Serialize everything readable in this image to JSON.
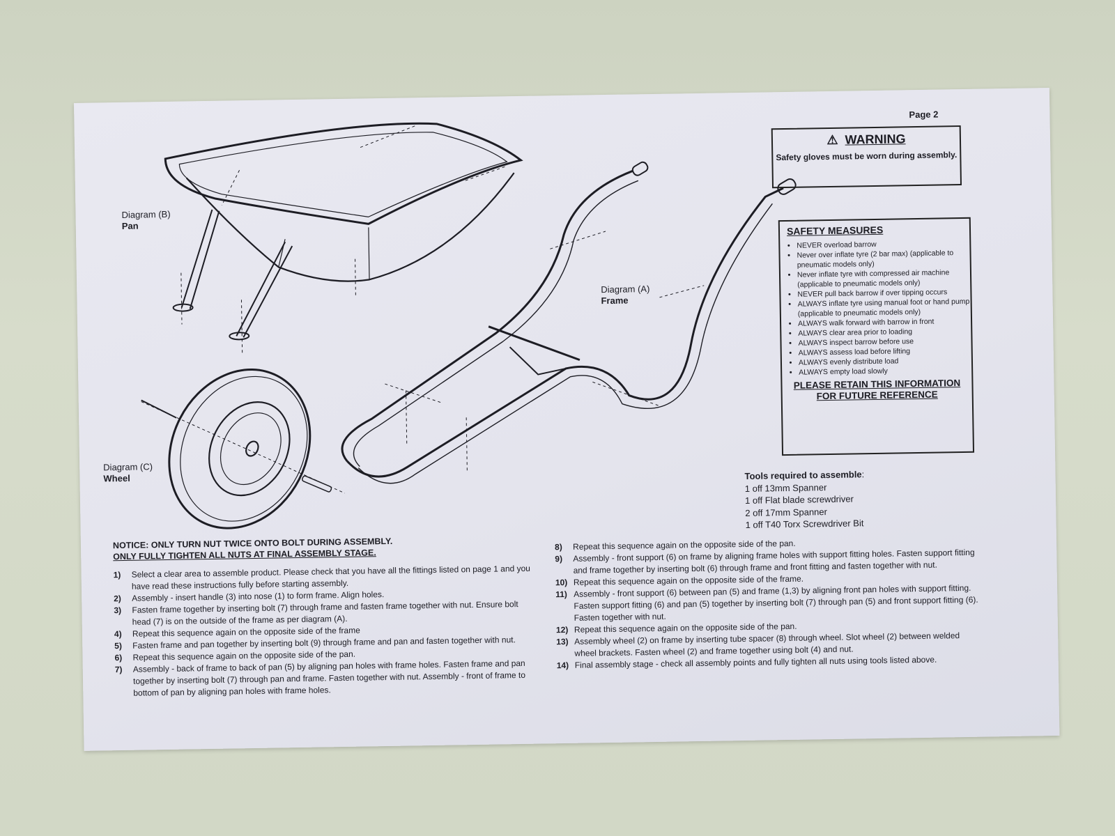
{
  "page_number": "Page 2",
  "warning": {
    "title": "WARNING",
    "icon": "warning-triangle-icon",
    "text": "Safety gloves must be worn during assembly."
  },
  "safety": {
    "title": "SAFETY MEASURES",
    "items": [
      "NEVER overload barrow",
      "Never over inflate tyre (2 bar max) (applicable to pneumatic models only)",
      "Never inflate tyre with compressed air machine (applicable to pneumatic models only)",
      "NEVER pull back barrow if over tipping occurs",
      "ALWAYS inflate tyre using manual foot or hand pump (applicable to pneumatic models only)",
      "ALWAYS walk forward with barrow in front",
      "ALWAYS clear area prior to loading",
      "ALWAYS inspect barrow before use",
      "ALWAYS assess load before lifting",
      "ALWAYS evenly distribute load",
      "ALWAYS empty load slowly"
    ],
    "retain": "PLEASE RETAIN THIS INFORMATION FOR FUTURE REFERENCE"
  },
  "diagrams": {
    "pan": {
      "label": "Diagram (B)",
      "name": "Pan"
    },
    "frame": {
      "label": "Diagram (A)",
      "name": "Frame"
    },
    "wheel": {
      "label": "Diagram (C)",
      "name": "Wheel"
    }
  },
  "tools": {
    "title": "Tools required to assemble",
    "items": [
      "1 off 13mm Spanner",
      "1 off Flat blade screwdriver",
      "2 off 17mm Spanner",
      "1 off T40 Torx Screwdriver Bit"
    ]
  },
  "notice": {
    "line1": "NOTICE: ONLY TURN NUT TWICE ONTO BOLT DURING ASSEMBLY.",
    "line2": "ONLY FULLY TIGHTEN ALL NUTS AT FINAL ASSEMBLY STAGE."
  },
  "steps": [
    {
      "num": "1)",
      "text": "Select a clear area to assemble product. Please check that you have all the fittings listed on page 1 and you have read these instructions fully before starting assembly."
    },
    {
      "num": "2)",
      "text": "Assembly - insert handle (3) into nose (1) to form frame. Align holes."
    },
    {
      "num": "3)",
      "text": "Fasten frame together by inserting bolt (7) through frame and fasten frame together with nut. Ensure bolt head (7) is on the outside of the frame as per diagram (A)."
    },
    {
      "num": "4)",
      "text": "Repeat this sequence again on the opposite side of the frame"
    },
    {
      "num": "5)",
      "text": "Fasten frame and pan together by inserting bolt (9) through frame and pan and fasten together with nut."
    },
    {
      "num": "6)",
      "text": "Repeat this sequence again on the opposite side of the pan."
    },
    {
      "num": "7)",
      "text": "Assembly - back of frame to back of pan (5) by aligning pan holes with frame holes. Fasten frame and pan together by inserting bolt (7) through pan and frame. Fasten together with nut. Assembly - front of frame to bottom of pan by aligning pan holes with frame holes."
    },
    {
      "num": "8)",
      "text": "Repeat this sequence again on the opposite side of the pan."
    },
    {
      "num": "9)",
      "text": "Assembly - front support (6) on frame by aligning frame holes with support fitting holes. Fasten support fitting and frame together by inserting bolt (6) through frame and front fitting and fasten together with nut."
    },
    {
      "num": "10)",
      "text": "Repeat this sequence again on the opposite side of the frame."
    },
    {
      "num": "11)",
      "text": "Assembly - front support (6) between pan (5) and frame (1,3) by aligning front pan holes with support fitting. Fasten support fitting (6) and pan (5) together by inserting bolt (7) through pan (5) and front support fitting (6). Fasten together with nut."
    },
    {
      "num": "12)",
      "text": "Repeat this sequence again on the opposite side of the pan."
    },
    {
      "num": "13)",
      "text": "Assembly wheel (2) on frame by inserting tube spacer (8) through wheel. Slot wheel (2) between welded wheel brackets. Fasten wheel (2) and frame together using bolt (4) and nut."
    },
    {
      "num": "14)",
      "text": "Final assembly stage - check all assembly points and fully tighten all nuts using tools listed above."
    }
  ]
}
